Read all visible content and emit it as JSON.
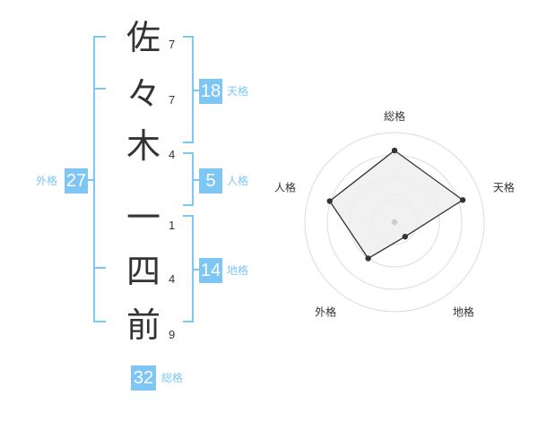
{
  "characters": [
    {
      "char": "佐",
      "strokes": "7"
    },
    {
      "char": "々",
      "strokes": "7"
    },
    {
      "char": "木",
      "strokes": "4"
    },
    {
      "char": "一",
      "strokes": "1"
    },
    {
      "char": "四",
      "strokes": "4"
    },
    {
      "char": "前",
      "strokes": "9"
    }
  ],
  "kaku": {
    "tenkaku": {
      "value": "18",
      "label": "天格"
    },
    "jinkaku": {
      "value": "5",
      "label": "人格"
    },
    "chikaku": {
      "value": "14",
      "label": "地格"
    },
    "gaikaku": {
      "value": "27",
      "label": "外格"
    },
    "soukaku": {
      "value": "32",
      "label": "総格"
    }
  },
  "colors": {
    "accent": "#7ec6f4",
    "text": "#333333",
    "grid": "#dddddd",
    "fill": "#eeeeee"
  },
  "chart_data": {
    "type": "radar",
    "axes": [
      "総格",
      "天格",
      "地格",
      "外格",
      "人格"
    ],
    "values": [
      4,
      4,
      1,
      2.5,
      3.8
    ],
    "range": [
      0,
      5
    ],
    "rings": 4
  }
}
